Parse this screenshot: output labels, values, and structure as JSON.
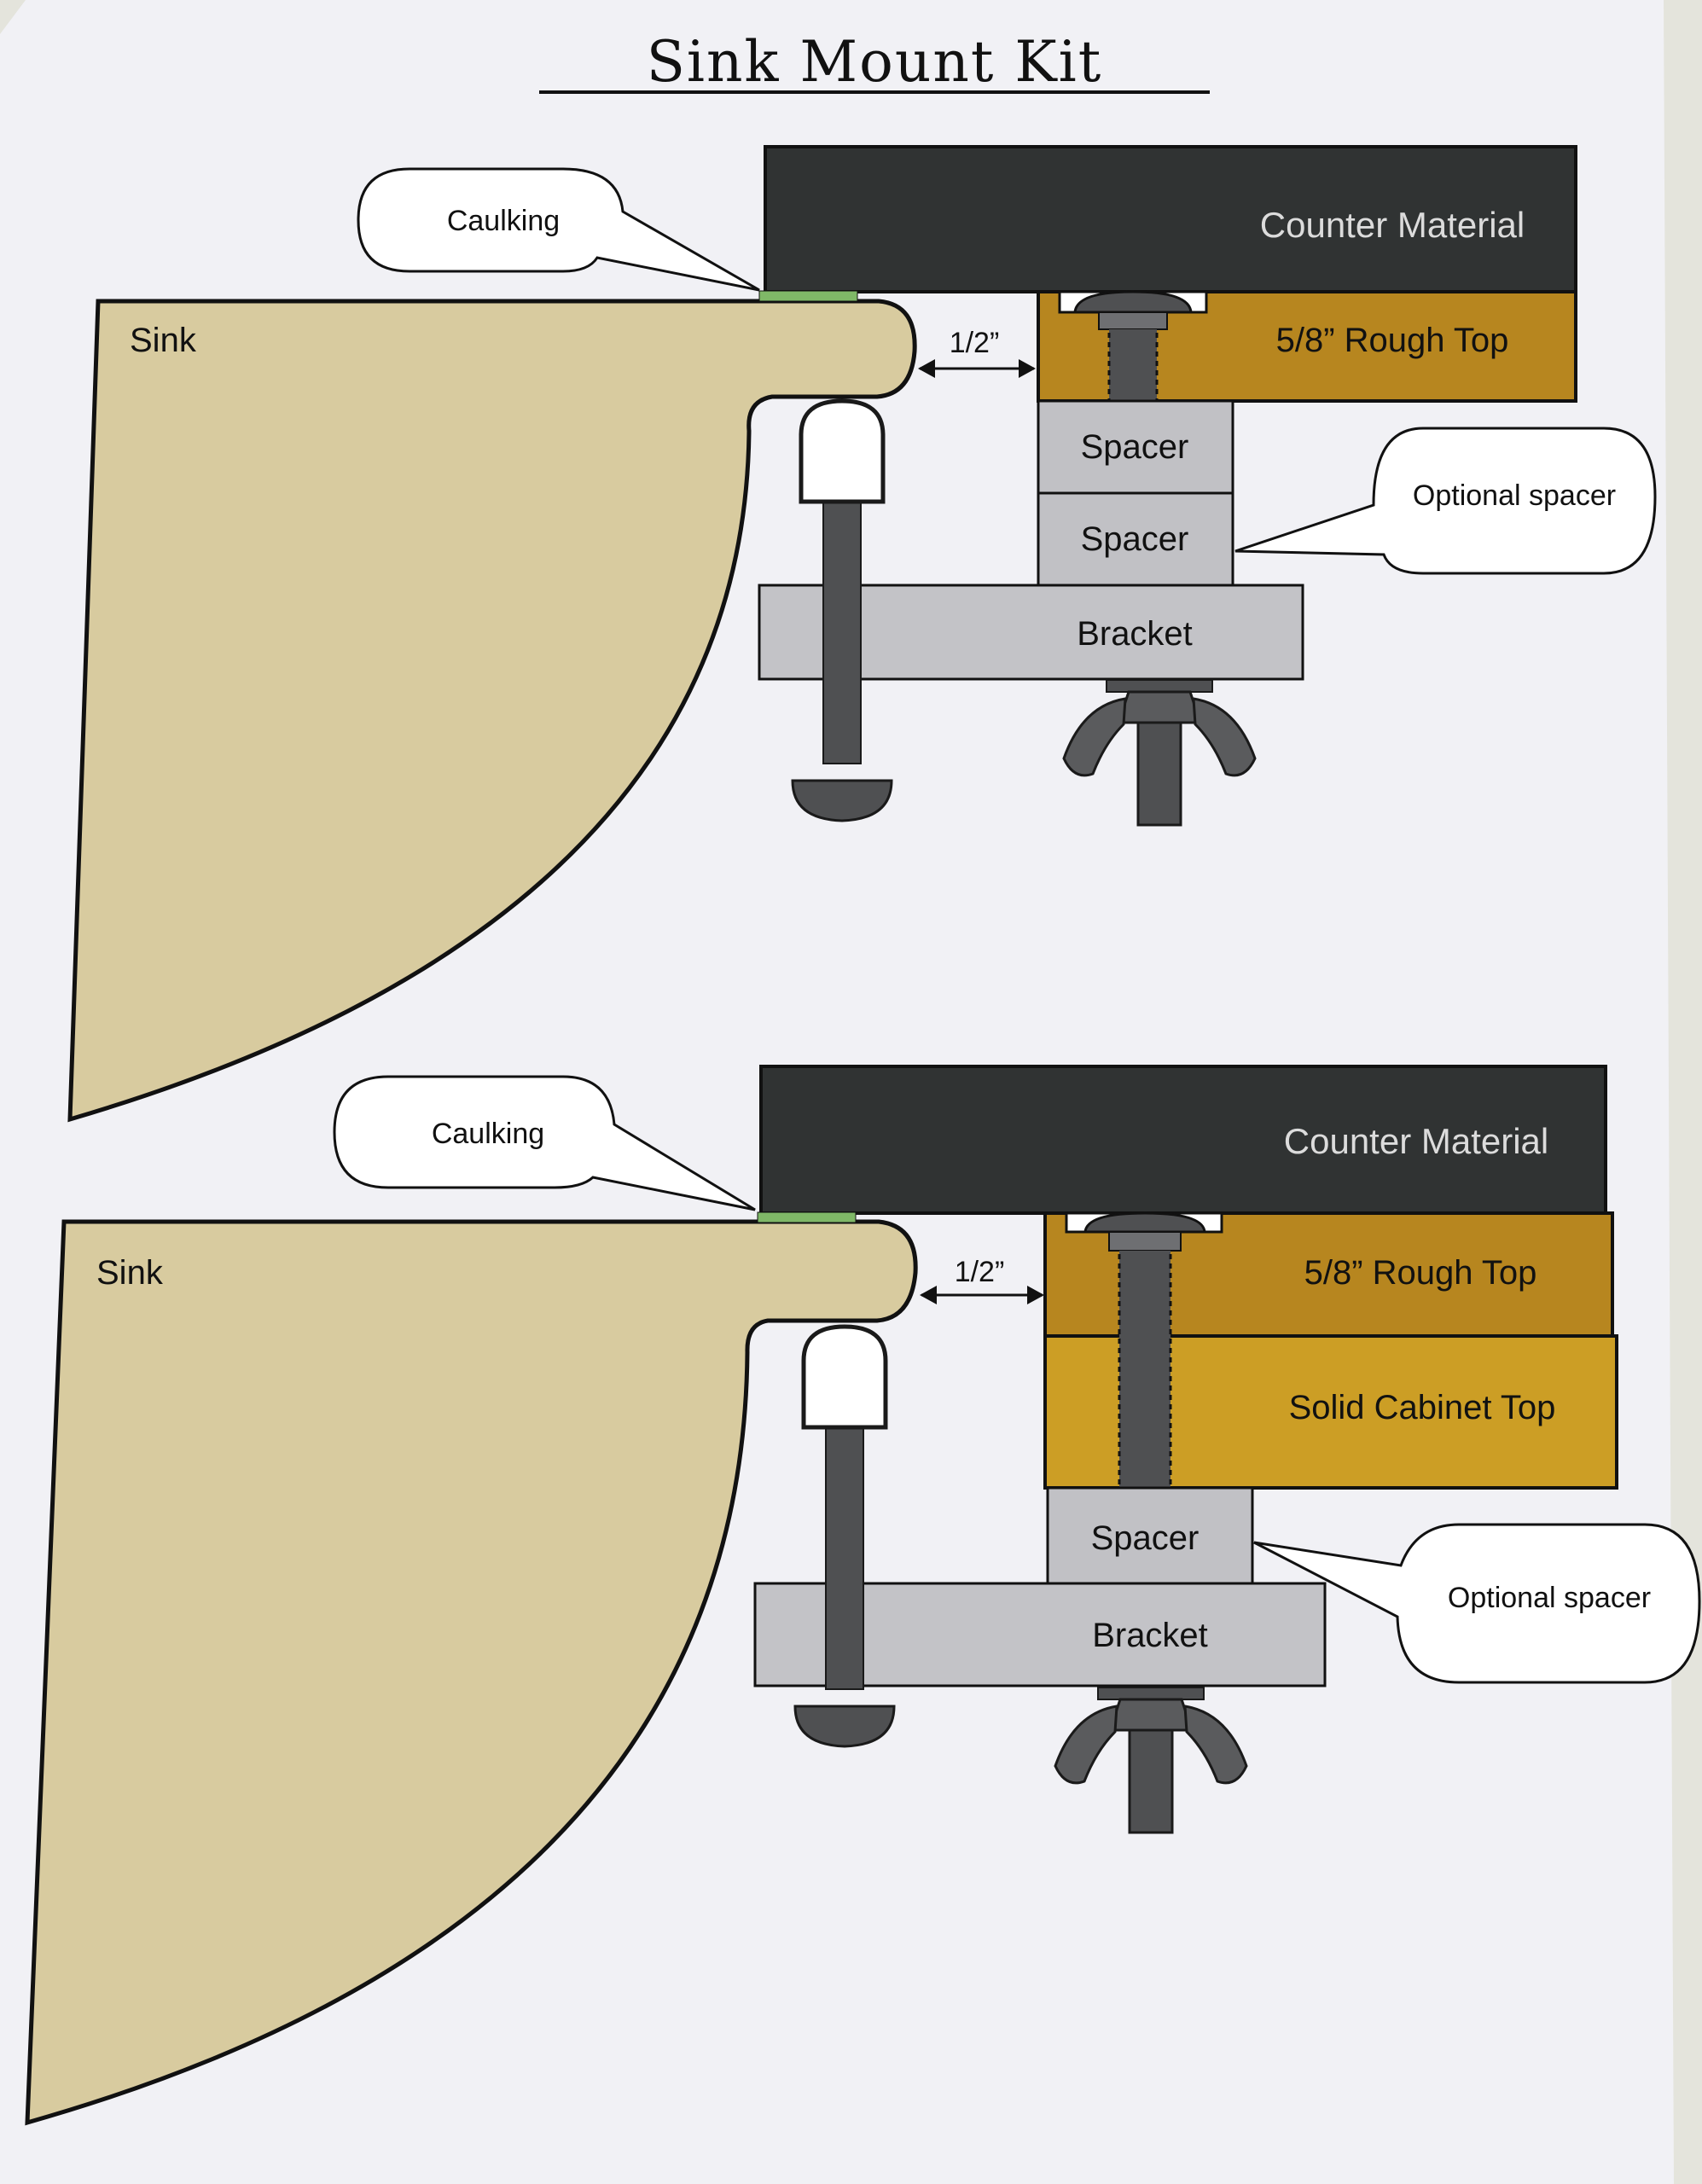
{
  "title": "Sink Mount Kit",
  "diagram_top": {
    "counter": "Counter Material",
    "rough_top": "5/8” Rough Top",
    "spacer_1": "Spacer",
    "spacer_2": "Spacer",
    "bracket": "Bracket",
    "sink": "Sink",
    "caulking": "Caulking",
    "optional_spacer": "Optional spacer",
    "gap": "1/2”"
  },
  "diagram_bottom": {
    "counter": "Counter Material",
    "rough_top": "5/8” Rough Top",
    "cabinet_top": "Solid Cabinet Top",
    "spacer_1": "Spacer",
    "bracket": "Bracket",
    "sink": "Sink",
    "caulking": "Caulking",
    "optional_spacer": "Optional spacer",
    "gap": "1/2”"
  },
  "colors": {
    "sink": "#d8cb9f",
    "counter": "#303333",
    "rough_top": "#b7861f",
    "cabinet_top": "#cc9e25",
    "spacer": "#c1c1c5",
    "bracket": "#c3c3c7",
    "hardware": "#4f5052",
    "caulk": "#7fb867",
    "paper": "#f1f1f5"
  }
}
